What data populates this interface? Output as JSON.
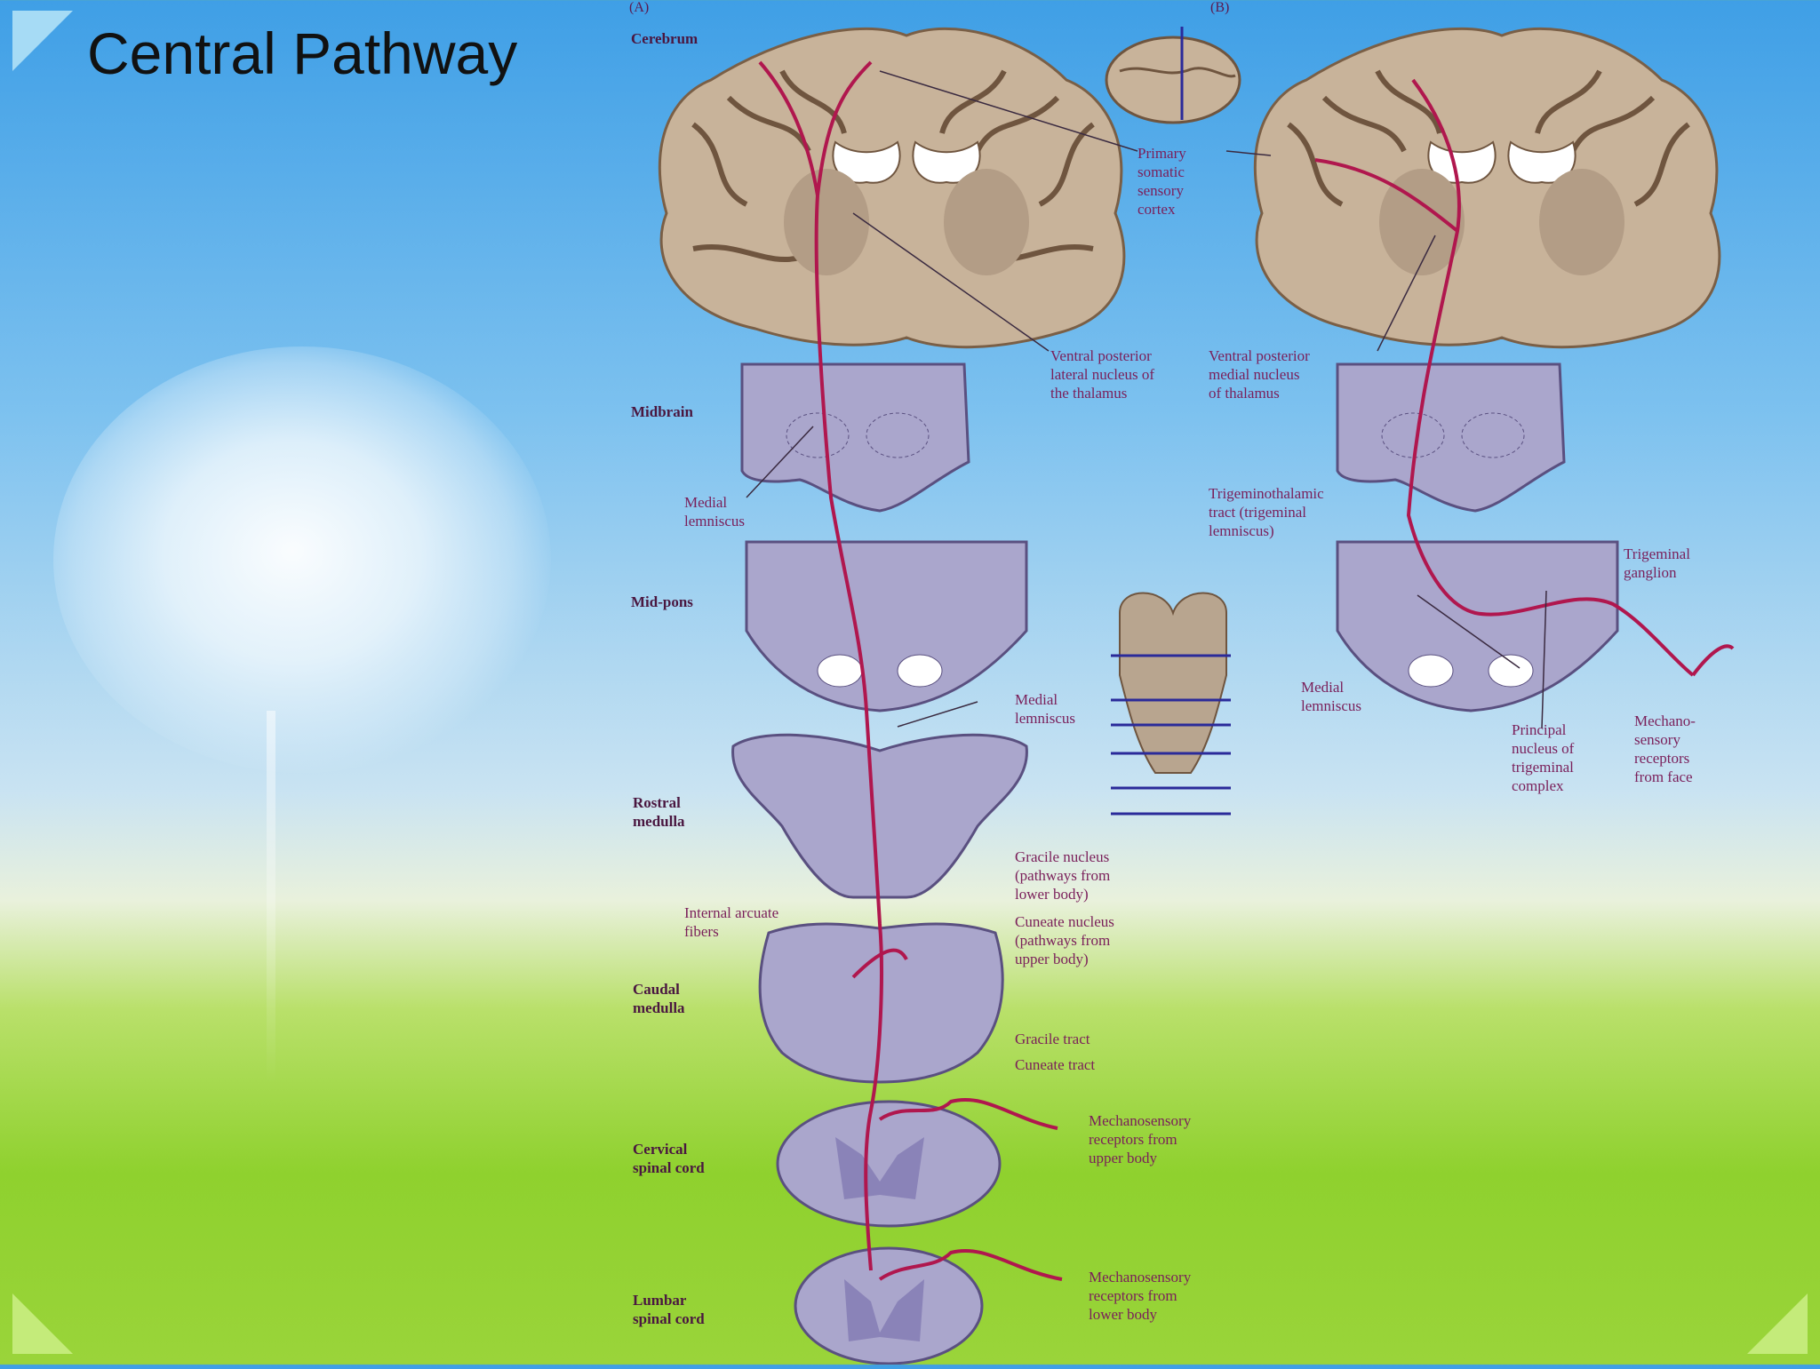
{
  "slide": {
    "title": "Central Pathway"
  },
  "figure": {
    "panel_a": "(A)",
    "panel_b": "(B)",
    "levels": {
      "cerebrum": "Cerebrum",
      "midbrain": "Midbrain",
      "mid_pons": "Mid-pons",
      "rostral_medulla": "Rostral\nmedulla",
      "caudal_medulla": "Caudal\nmedulla",
      "cervical": "Cervical\nspinal cord",
      "lumbar": "Lumbar\nspinal cord"
    },
    "labels": {
      "primary_cortex": "Primary\nsomatic\nsensory\ncortex",
      "vpl": "Ventral posterior\nlateral nucleus of\nthe thalamus",
      "vpm": "Ventral posterior\nmedial nucleus\nof thalamus",
      "medial_lemniscus_midbrain": "Medial\nlemniscus",
      "trigeminothalamic": "Trigeminothalamic\ntract (trigeminal\nlemniscus)",
      "medial_lemniscus_pons": "Medial\nlemniscus",
      "medial_lemniscus_b": "Medial\nlemniscus",
      "trigeminal_ganglion": "Trigeminal\nganglion",
      "principal_nucleus": "Principal\nnucleus of\ntrigeminal\ncomplex",
      "mechano_face": "Mechano-\nsensory\nreceptors\nfrom face",
      "gracile_nucleus": "Gracile nucleus\n(pathways from\nlower body)",
      "internal_arcuate": "Internal arcuate\nfibers",
      "cuneate_nucleus": "Cuneate nucleus\n(pathways from\nupper body)",
      "gracile_tract": "Gracile tract",
      "cuneate_tract": "Cuneate tract",
      "mechano_upper": "Mechanosensory\nreceptors from\nupper body",
      "mechano_lower": "Mechanosensory\nreceptors from\nlower body"
    }
  },
  "colors": {
    "pathway": "#b0174e",
    "brain_tissue": "#c8b39a",
    "brainstem_section": "#aaa6cc",
    "label_text": "#7a1f5a"
  }
}
